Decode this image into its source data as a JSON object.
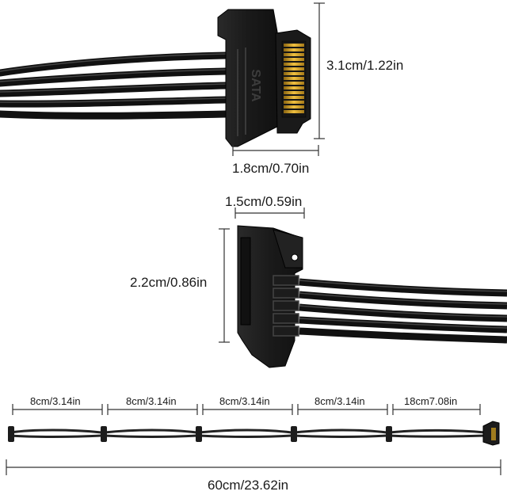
{
  "connector_top": {
    "brand_text": "SATA",
    "height_label": "3.1cm/1.22in",
    "width_label": "1.8cm/0.70in"
  },
  "connector_middle": {
    "width_label": "1.5cm/0.59in",
    "height_label": "2.2cm/0.86in"
  },
  "cable_segments": [
    {
      "label": "8cm/3.14in"
    },
    {
      "label": "8cm/3.14in"
    },
    {
      "label": "8cm/3.14in"
    },
    {
      "label": "8cm/3.14in"
    },
    {
      "label": "18cm7.08in"
    }
  ],
  "total_length_label": "60cm/23.62in",
  "colors": {
    "connector_body": "#1c1c1c",
    "cable": "#222222",
    "gold_pins": "#d9a520",
    "dimension_line": "#333333"
  }
}
